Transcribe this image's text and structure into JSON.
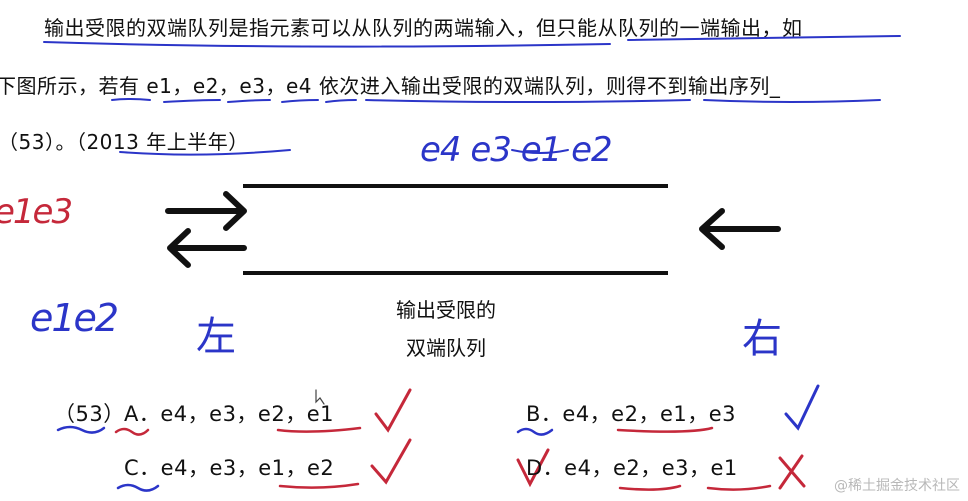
{
  "question": {
    "line1": "输出受限的双端队列是指元素可以从队列的两端输入，但只能从队列的一端输出，如",
    "line2": "下图所示，若有 e1，e2，e3，e4 依次进入输出受限的双端队列，则得不到输出序列_",
    "line3": "（53）。（2013 年上半年）"
  },
  "diagram": {
    "label_line1": "输出受限的",
    "label_line2": "双端队列"
  },
  "handwriting": {
    "top_sequence": "e4 e3 e1 e2",
    "left_red": "e1e3",
    "left_blue": "e1e2",
    "left_char": "左",
    "right_char": "右"
  },
  "options": {
    "qnum": "（53）",
    "a": "A．e4，e3，e2，e1",
    "b": "B．e4，e2，e1，e3",
    "c": "C．e4，e3，e1，e2",
    "d": "D．e4，e2，e3，e1"
  },
  "watermark": "@稀土掘金技术社区",
  "colors": {
    "ink_blue": "#2b35c8",
    "ink_red": "#c5283a"
  }
}
